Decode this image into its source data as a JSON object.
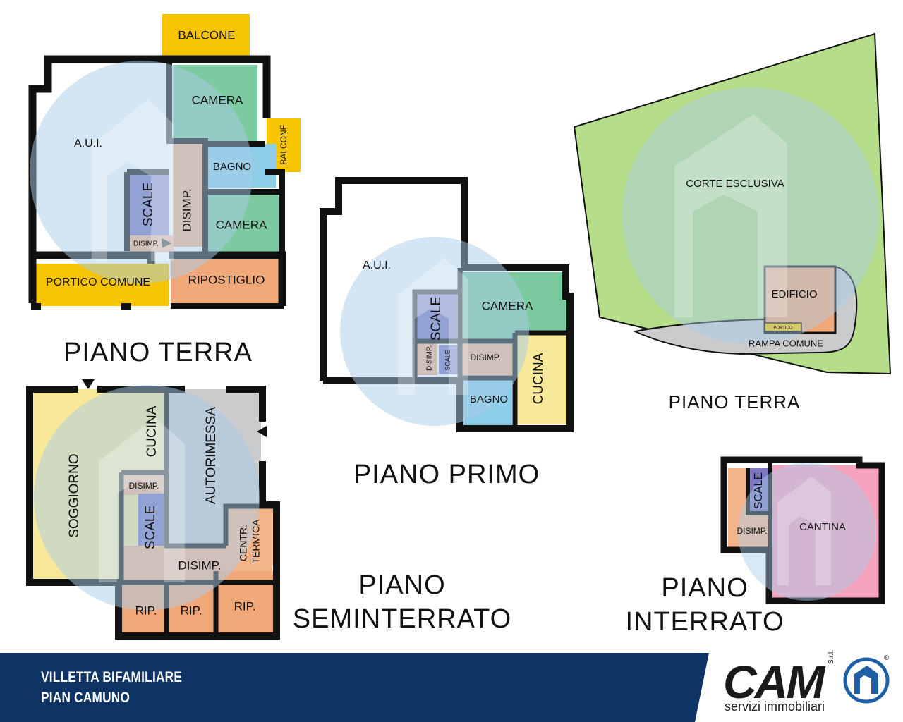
{
  "rooms": {
    "pt_balcone_top": "BALCONE",
    "pt_camera_top": "CAMERA",
    "pt_balcone_side": "BALCONE",
    "pt_aui": "A.U.I.",
    "pt_bagno": "BAGNO",
    "pt_scale": "SCALE",
    "pt_disimp_v": "DISIMP.",
    "pt_camera_bottom": "CAMERA",
    "pt_disimp_small": "DISIMP.",
    "pt_portico": "PORTICO COMUNE",
    "pt_ripostiglio": "RIPOSTIGLIO",
    "pp_aui": "A.U.I.",
    "pp_scale": "SCALE",
    "pp_camera": "CAMERA",
    "pp_disimp_v": "DISIMP.",
    "pp_scale_small": "SCALE",
    "pp_disimp": "DISIMP.",
    "pp_cucina": "CUCINA",
    "pp_bagno": "BAGNO",
    "ps_cucina": "CUCINA",
    "ps_autorimessa": "AUTORIMESSA",
    "ps_soggiorno": "SOGGIORNO",
    "ps_disimp_small": "DISIMP.",
    "ps_scale": "SCALE",
    "ps_centr_1": "CENTR.",
    "ps_centr_2": "TERMICA",
    "ps_disimp": "DISIMP.",
    "ps_rip_1": "RIP.",
    "ps_rip_2": "RIP.",
    "ps_rip_3": "RIP.",
    "ext_corte": "CORTE ESCLUSIVA",
    "ext_edificio": "EDIFICIO",
    "ext_portico": "PORTICO",
    "ext_rampa": "RAMPA COMUNE",
    "pi_scale": "SCALE",
    "pi_disimp": "DISIMP.",
    "pi_cantina": "CANTINA"
  },
  "floor_titles": {
    "piano_terra": "PIANO TERRA",
    "piano_primo": "PIANO PRIMO",
    "piano_terra_esterno": "PIANO TERRA",
    "seminterrato_1": "PIANO",
    "seminterrato_2": "SEMINTERRATO",
    "interrato_1": "PIANO",
    "interrato_2": "INTERRATO"
  },
  "footer": {
    "line1": "VILLETTA BIFAMILIARE",
    "line2": "PIAN CAMUNO"
  },
  "logo": {
    "word": "CAM",
    "srl": "S.r.l.",
    "subtitle": "servizi immobiliari",
    "registered": "®"
  },
  "colors": {
    "balcone": "#f6c400",
    "camera": "#7ccaa0",
    "bagno": "#8dcde8",
    "disimpegno": "#f4b48a",
    "scale": "#7c79c2",
    "ripostiglio": "#f0a878",
    "cucina": "#f7e89a",
    "soggiorno": "#f7e89a",
    "autorimessa": "#c9cbcc",
    "corte": "#b5dd8a",
    "cantina": "#f5a3bd",
    "watermark": "#a9cbe8",
    "brand_navy": "#0e3566"
  }
}
